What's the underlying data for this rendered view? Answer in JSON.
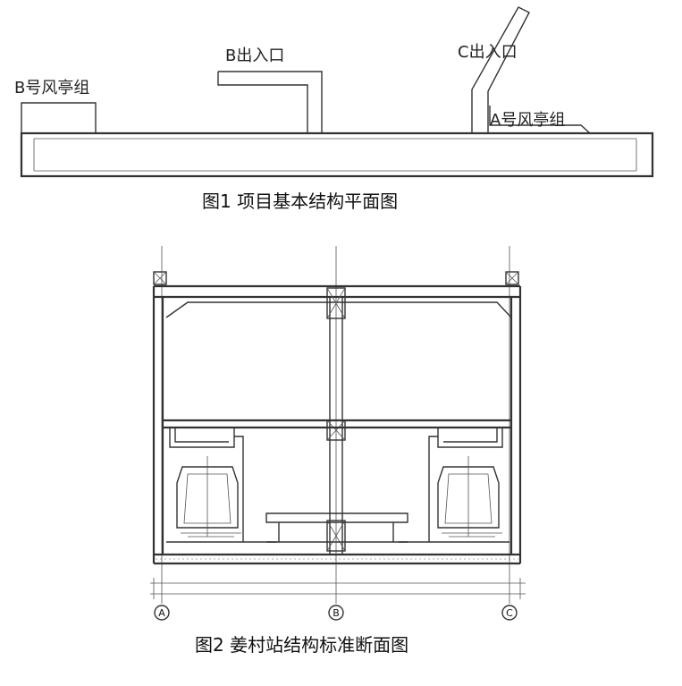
{
  "figure1": {
    "caption": "图1   项目基本结构平面图",
    "labels": {
      "b_entrance": "B出入口",
      "c_entrance": "C出入口",
      "b_vent": "B号风亭组",
      "a_vent": "A号风亭组"
    }
  },
  "figure2": {
    "caption": "图2   姜村站结构标准断面图",
    "axes": [
      "A",
      "B",
      "C"
    ]
  }
}
